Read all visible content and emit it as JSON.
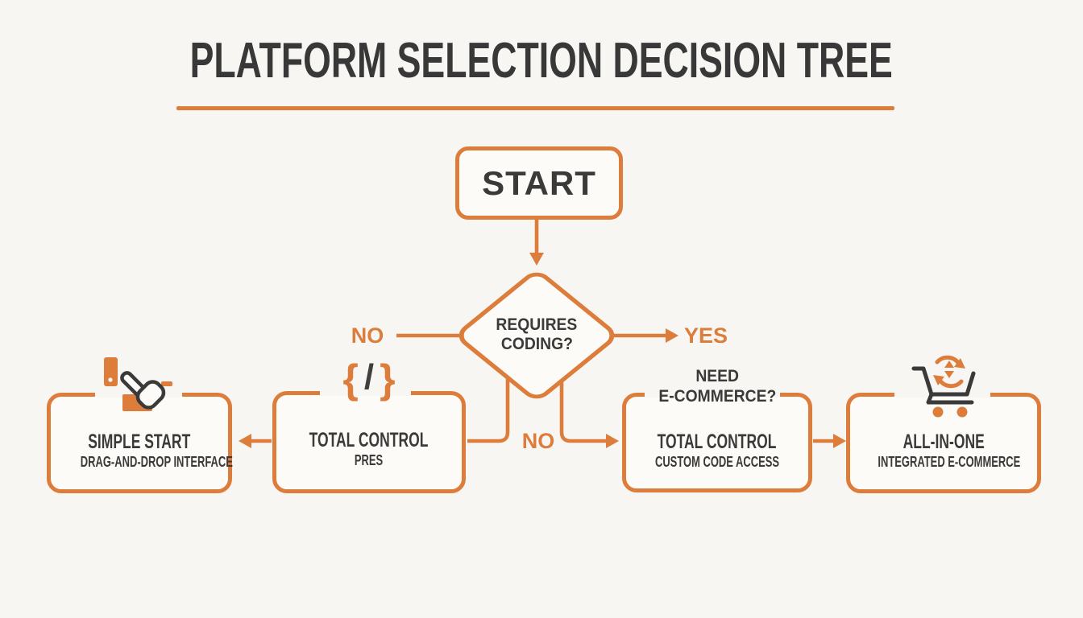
{
  "colors": {
    "background": "#f7f6f2",
    "panel": "#fcfbf7",
    "accent_orange": "#dd7d3c",
    "ink_dark": "#3a3a3a"
  },
  "title": {
    "text": "PLATFORM SELECTION DECISION TREE"
  },
  "flow": {
    "start_label": "START",
    "decision": {
      "line1": "REQUIRES",
      "line2": "CODING?"
    },
    "branch_labels": {
      "no_left": "NO",
      "yes_right": "YES",
      "no_down": "NO"
    }
  },
  "code_icon_glyphs": {
    "open": "{",
    "slash": "/",
    "close": "}"
  },
  "outcomes": {
    "simple_start": {
      "title": "SIMPLE START",
      "subtitle": "DRAG-AND-DROP INTERFACE",
      "icon": "drag-drop-hand-icon"
    },
    "total_control": {
      "title": "TOTAL CONTROL",
      "subtitle": "PRES",
      "icon": "code-brackets-icon"
    },
    "custom_code": {
      "header_line1": "NEED",
      "header_line2": "E-COMMERCE?",
      "title": "TOTAL CONTROL",
      "subtitle": "CUSTOM CODE ACCESS"
    },
    "all_in_one": {
      "title": "ALL-IN-ONE",
      "subtitle": "INTEGRATED E-COMMERCE",
      "icon": "ecommerce-sync-cart-icon"
    }
  }
}
